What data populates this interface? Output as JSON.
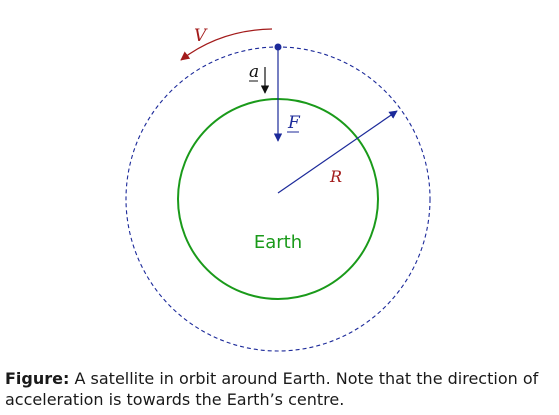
{
  "diagram": {
    "earth_label": "Earth",
    "velocity_label": "V",
    "acceleration_label": "a",
    "force_label": "F",
    "radius_label": "R",
    "colors": {
      "earth": "#1a9a1a",
      "orbit": "#1c2a9a",
      "velocity": "#a31b1b",
      "acceleration": "#111111",
      "force": "#1c2a9a",
      "radius": "#1c2a9a",
      "radius_text": "#a31b1b"
    }
  },
  "caption": {
    "label": "Figure:",
    "text": " A satellite in orbit around Earth. Note that the direction of acceleration is towards the Earth’s centre."
  }
}
